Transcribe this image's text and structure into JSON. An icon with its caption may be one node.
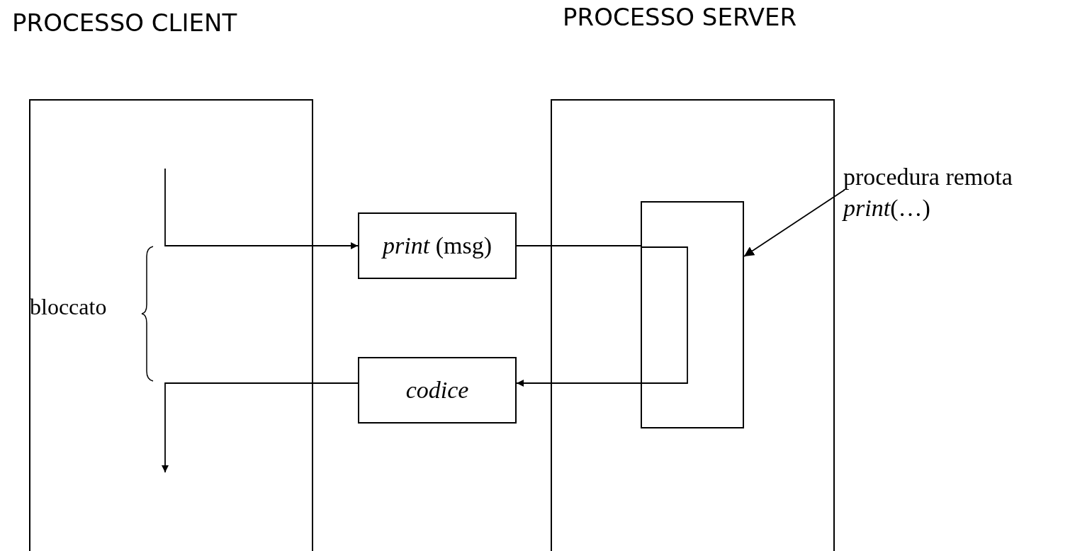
{
  "diagram": {
    "nodes": [
      {
        "text": [
          "PROCESSO CLIENT"
        ]
      },
      {
        "text": [
          "PROCESSO SERVER"
        ]
      },
      {
        "text": [
          "*print* (msg)"
        ]
      },
      {
        "text": [
          "*codice*"
        ]
      },
      {
        "text": [],
        "shape": "box",
        "in": 1
      },
      {
        "text": [
          "procedura remota *print*(…)"
        ]
      }
    ],
    "edges": [
      {
        "from": 0,
        "to": 2,
        "arrow": "to"
      },
      {
        "from": 2,
        "to": 4,
        "arrow": "none"
      },
      {
        "from": 4,
        "to": 3,
        "arrow": "to"
      },
      {
        "from": 3,
        "to": 0,
        "arrow": "to"
      },
      {
        "from": 5,
        "to": 4,
        "arrow": "to"
      }
    ],
    "labels": [
      "bloccato"
    ]
  }
}
